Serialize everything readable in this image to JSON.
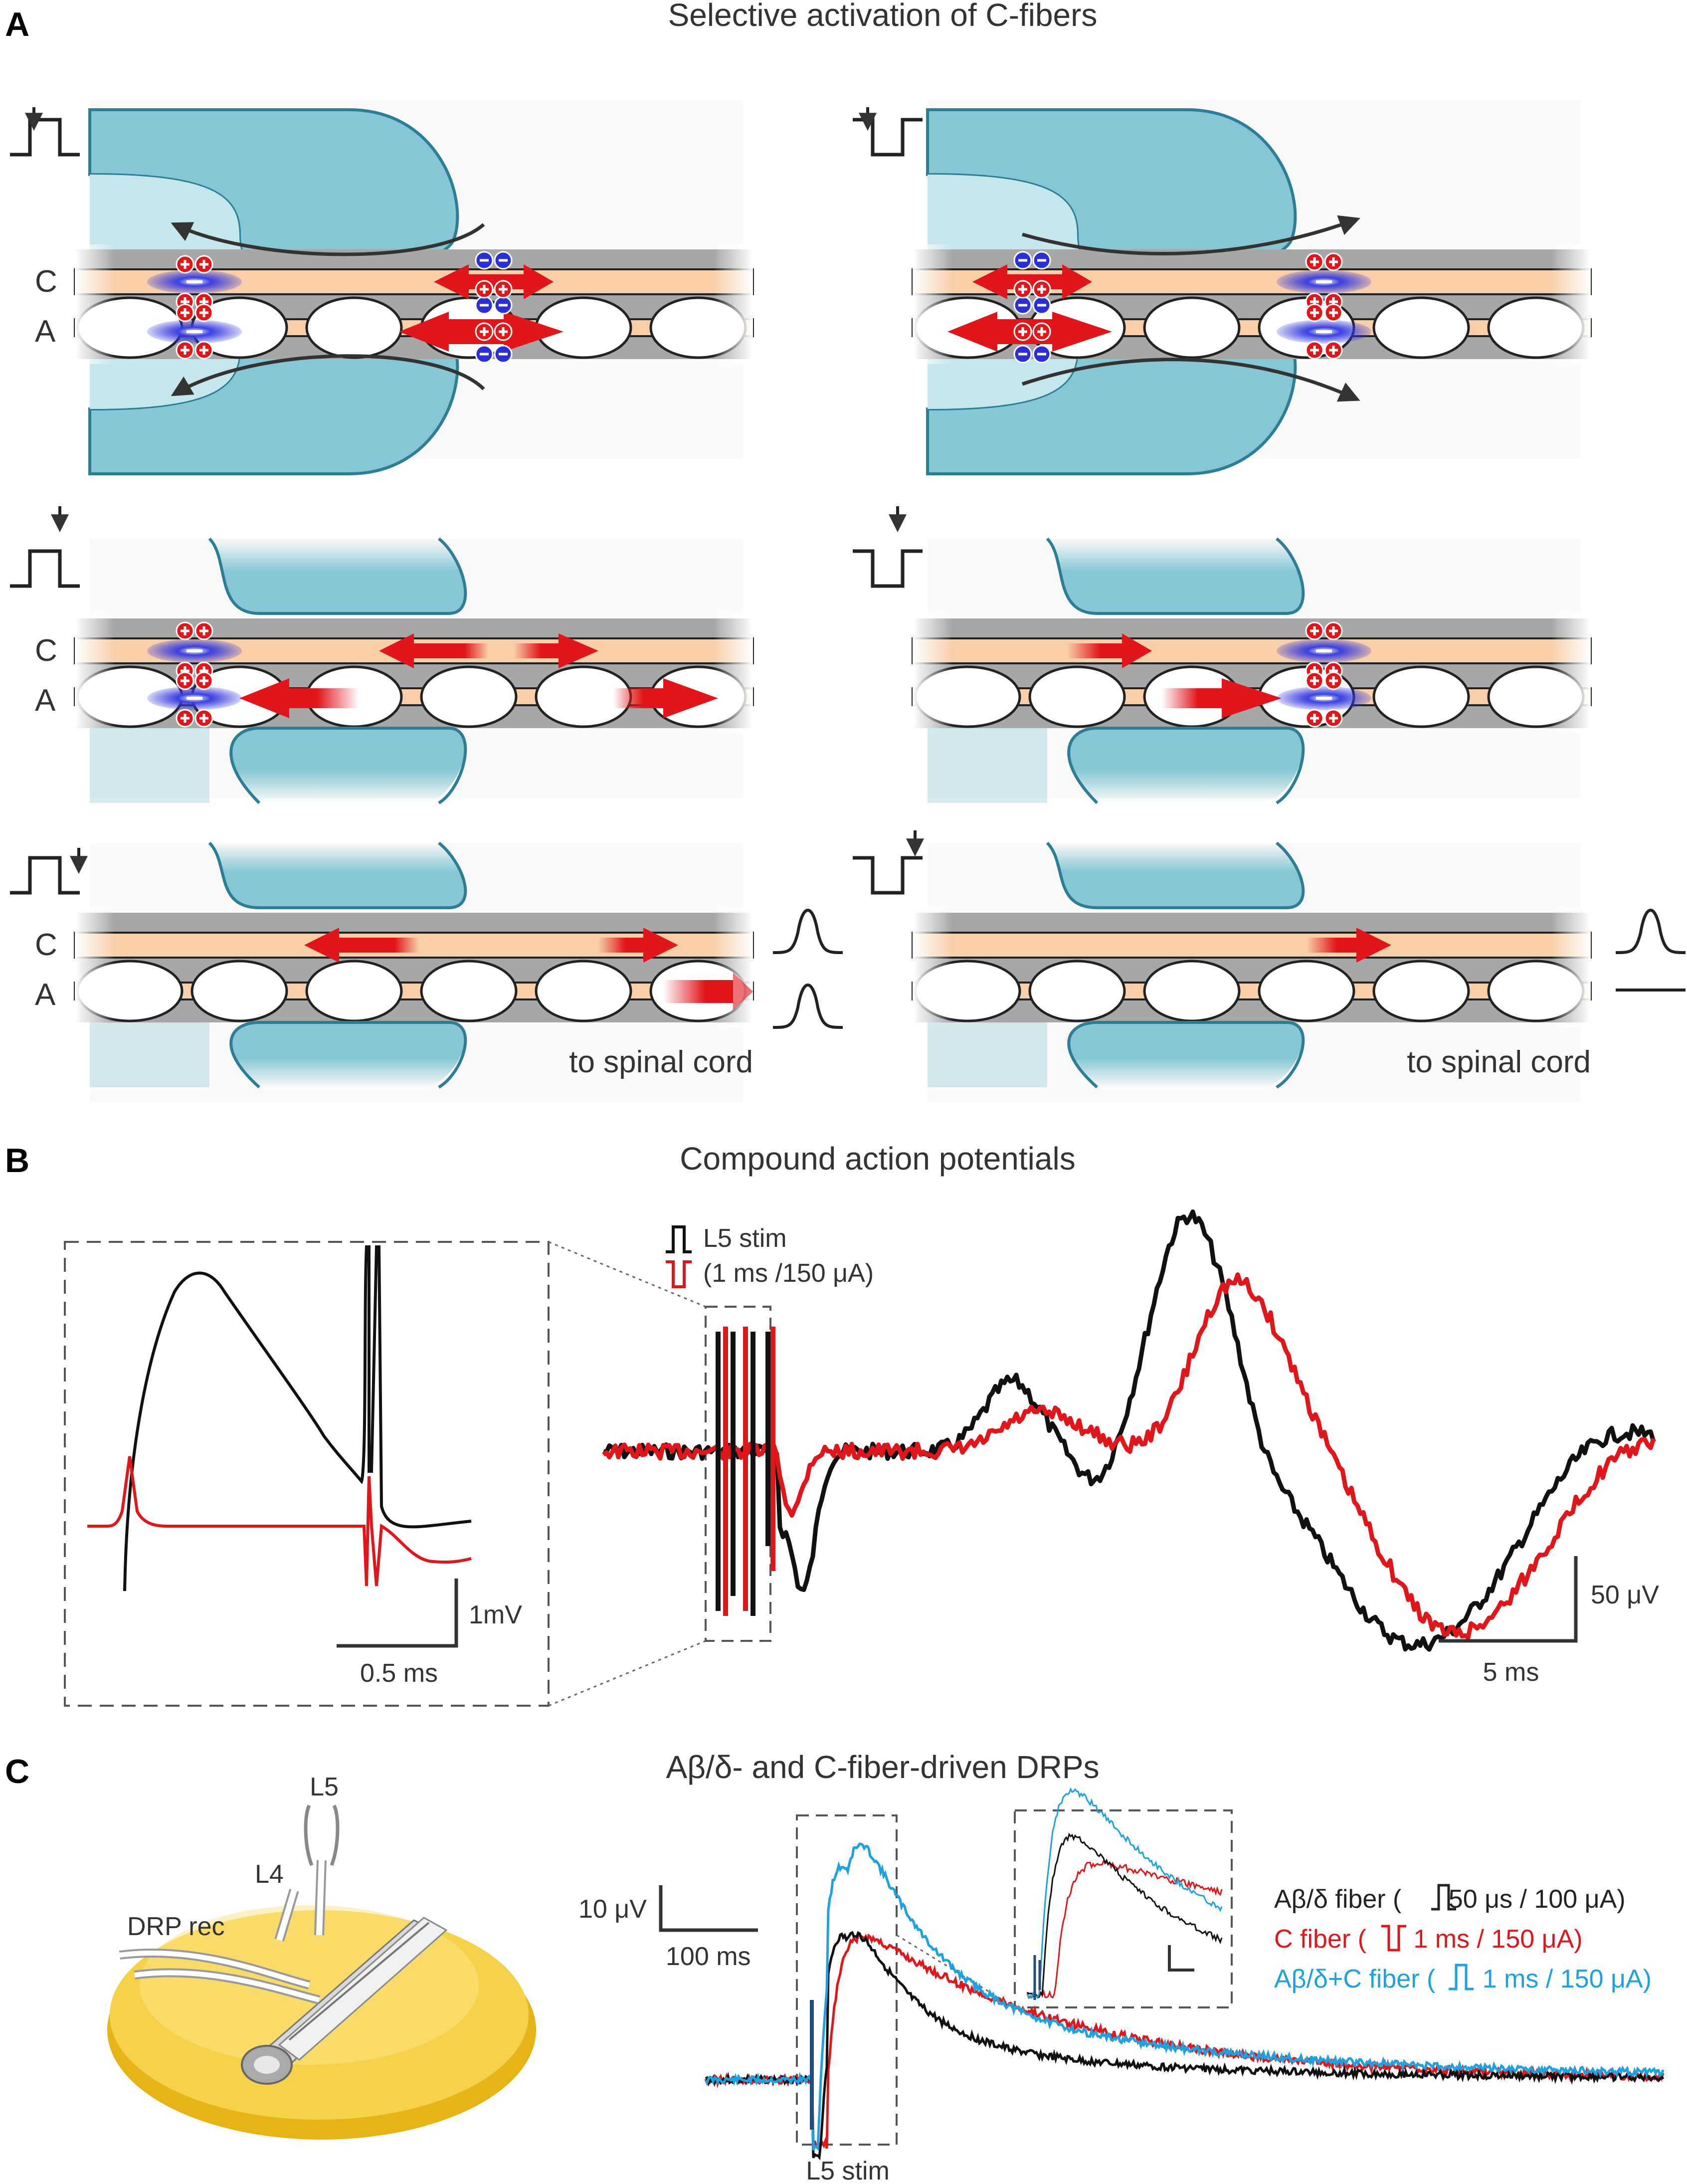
{
  "panel_a": {
    "label": "A",
    "title": "Selective activation of C-fibers",
    "fiber_c": "C",
    "fiber_a": "A",
    "to_spinal_cord": "to spinal cord"
  },
  "panel_b": {
    "label": "B",
    "title": "Compound action potentials",
    "legend_line1": "L5 stim",
    "legend_line2": "(1 ms /150 μA)",
    "inset_scale_y": "1mV",
    "inset_scale_x": "0.5 ms",
    "scale_y": "50 μV",
    "scale_x": "5  ms",
    "colors": {
      "black": "#111111",
      "red": "#e0161b"
    }
  },
  "panel_c": {
    "label": "C",
    "title": "Aβ/δ- and C-fiber-driven DRPs",
    "prep_l5": "L5",
    "prep_l4": "L4",
    "prep_drp": "DRP rec",
    "scale_y": "10 μV",
    "scale_x": "100  ms",
    "stim_label": "L5 stim",
    "legend": [
      {
        "pre": "Aβ/δ fiber (",
        "post": " 50 μs / 100 μA)",
        "color": "#222222"
      },
      {
        "pre": "C fiber (",
        "post": " 1 ms / 150 μA)",
        "color": "#e0161b"
      },
      {
        "pre": "Aβ/δ+C fiber (",
        "post": " 1 ms / 150 μA)",
        "color": "#1ea1e0"
      }
    ]
  },
  "colors": {
    "cuff": "#86c6d5",
    "cuff_light": "#c6e6ee",
    "myelin_gray": "#a7a7a7",
    "axon": "#f8cfa9",
    "red": "#e0161b",
    "blue": "#2a2fd6",
    "cyan": "#1ea1e0"
  }
}
